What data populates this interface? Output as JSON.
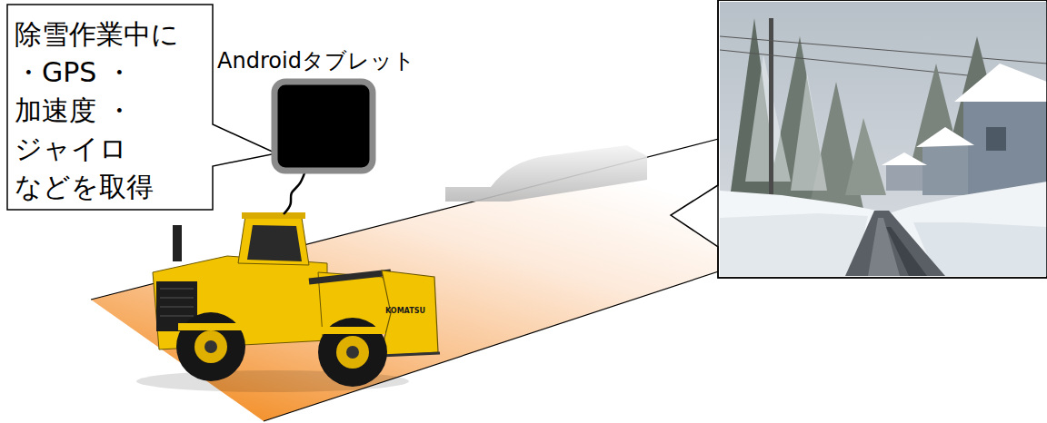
{
  "diagram": {
    "nodes": [
      {
        "text": [
          "除雪作業中に ・GPS ・加速度 ・ジャイロ などを取得"
        ]
      },
      {
        "text": [
          "Androidタブレット"
        ]
      }
    ],
    "labels": [
      "KOMATSU"
    ]
  }
}
